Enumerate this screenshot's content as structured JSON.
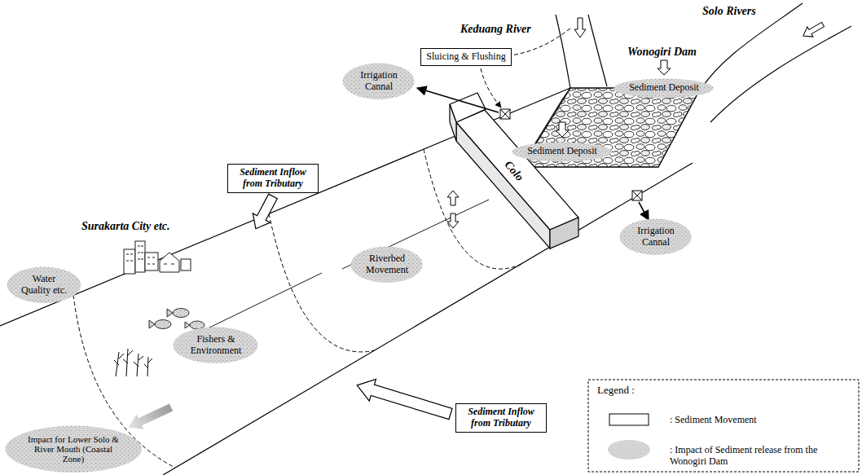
{
  "diagram": {
    "nodes": [
      {
        "text": [
          "Sluicing & Flushing"
        ]
      },
      {
        "text": [
          "Sediment Deposit"
        ]
      },
      {
        "text": [
          "Irrigation Cannal"
        ]
      },
      {
        "text": [
          "Sediment Deposit"
        ]
      },
      {
        "text": [
          "Sediment Inflow from Tributary"
        ]
      },
      {
        "text": [
          "Irrigation Cannal"
        ]
      },
      {
        "text": [
          "Riverbed Movement"
        ]
      },
      {
        "text": [
          "Water Quality etc."
        ]
      },
      {
        "text": [
          "Fishers & Environment"
        ]
      },
      {
        "text": [
          "Sediment Inflow from Tributary"
        ]
      },
      {
        "text": [
          "Impact for Lower Solo & River Mouth (Coastal Zone)"
        ]
      }
    ],
    "labels": [
      "Solo Rivers",
      "Keduang River",
      "Wonogiri Dam",
      "Colo",
      "Surakarta City etc.",
      "Legend :"
    ],
    "legend": [
      {
        "text": ": Sediment Movement"
      },
      {
        "text": ": Impact of Sediment release from the Wonogiri Dam",
        "color": "#d6d6d6"
      }
    ]
  }
}
